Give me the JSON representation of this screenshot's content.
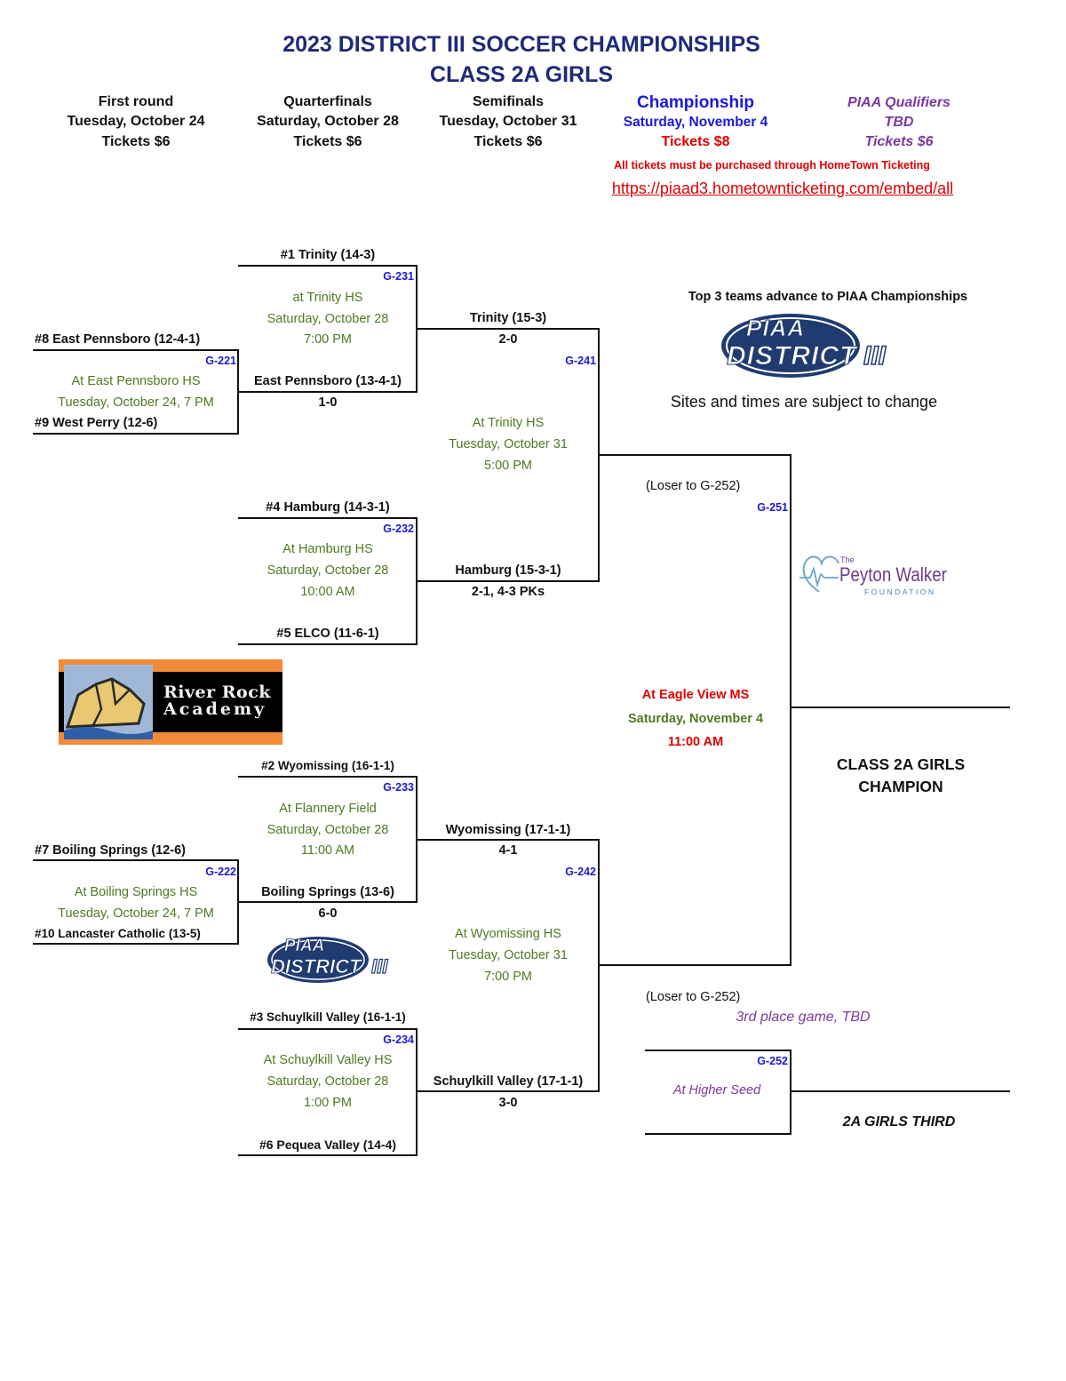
{
  "header": {
    "title_line1": "2023 DISTRICT III SOCCER CHAMPIONSHIPS",
    "title_line2": "CLASS 2A GIRLS",
    "columns": [
      {
        "round": "First round",
        "date": "Tuesday, October 24",
        "tickets": "Tickets $6"
      },
      {
        "round": "Quarterfinals",
        "date": "Saturday, October 28",
        "tickets": "Tickets $6"
      },
      {
        "round": "Semifinals",
        "date": "Tuesday, October 31",
        "tickets": "Tickets $6"
      },
      {
        "round": "Championship",
        "date": "Saturday, November 4",
        "tickets": "Tickets $8"
      },
      {
        "round": "PIAA Qualifiers",
        "date": "TBD",
        "tickets": "Tickets $6"
      }
    ],
    "notice": "All tickets must be purchased through HomeTown Ticketing",
    "link": "https://piaad3.hometownticketing.com/embed/all"
  },
  "first_round": [
    {
      "top": "#8 East Pennsboro (12-4-1)",
      "game": "G-221",
      "site": "At East Pennsboro HS",
      "time": "Tuesday, October 24, 7 PM",
      "bottom": "#9 West Perry (12-6)"
    },
    {
      "top": "#7 Boiling Springs (12-6)",
      "game": "G-222",
      "site": "At Boiling Springs HS",
      "time": "Tuesday, October 24, 7 PM",
      "bottom": "#10 Lancaster Catholic (13-5)"
    }
  ],
  "quarterfinals": [
    {
      "top": "#1 Trinity (14-3)",
      "game": "G-231",
      "site": "at Trinity HS",
      "date": "Saturday, October 28",
      "time": "7:00 PM",
      "bottom": "East Pennsboro (13-4-1)",
      "bottom_score": "1-0"
    },
    {
      "top": "#4 Hamburg (14-3-1)",
      "game": "G-232",
      "site": "At Hamburg HS",
      "date": "Saturday, October 28",
      "time": "10:00 AM",
      "bottom": "#5 ELCO (11-6-1)"
    },
    {
      "top": "#2 Wyomissing (16-1-1)",
      "game": "G-233",
      "site": "At Flannery Field",
      "date": "Saturday, October 28",
      "time": "11:00 AM",
      "bottom": "Boiling Springs (13-6)",
      "bottom_score": "6-0"
    },
    {
      "top": "#3 Schuylkill Valley (16-1-1)",
      "game": "G-234",
      "site": "At Schuylkill Valley HS",
      "date": "Saturday, October 28",
      "time": "1:00 PM",
      "bottom": "#6 Pequea Valley (14-4)"
    }
  ],
  "semifinals": [
    {
      "top": "Trinity (15-3)",
      "top_score": "2-0",
      "game": "G-241",
      "site": "At Trinity HS",
      "date": "Tuesday, October 31",
      "time": "5:00 PM",
      "bottom": "Hamburg (15-3-1)",
      "bottom_score": "2-1, 4-3 PKs"
    },
    {
      "top": "Wyomissing (17-1-1)",
      "top_score": "4-1",
      "game": "G-242",
      "site": "At Wyomissing HS",
      "date": "Tuesday, October 31",
      "time": "7:00 PM",
      "bottom": "Schuylkill Valley (17-1-1)",
      "bottom_score": "3-0"
    }
  ],
  "championship": {
    "loser_note_top": "(Loser to G-252)",
    "game": "G-251",
    "site": "At Eagle View MS",
    "date": "Saturday, November 4",
    "time": "11:00 AM",
    "loser_note_bottom": "(Loser to G-252)",
    "champion_line1": "CLASS 2A GIRLS",
    "champion_line2": "CHAMPION"
  },
  "third_place": {
    "label": "3rd place game, TBD",
    "game": "G-252",
    "site": "At Higher Seed",
    "result_label": "2A GIRLS THIRD"
  },
  "side": {
    "advance_note": "Top 3 teams advance to PIAA Championships",
    "change_note": "Sites and times are subject to change"
  },
  "logos": {
    "piaa_top": "PIAA",
    "district": "DISTRICT",
    "district_num": "III",
    "river_rock_line1": "River Rock",
    "river_rock_line2": "Academy",
    "peyton_small": "The",
    "peyton_name": "Peyton Walker",
    "peyton_foundation": "FOUNDATION"
  },
  "colors": {
    "title": "#1f2a78",
    "game_id": "#1a1ad6",
    "site": "#4f7a23",
    "tickets_champ": "#e00000",
    "piaa_qualifiers": "#7a3aa0"
  }
}
